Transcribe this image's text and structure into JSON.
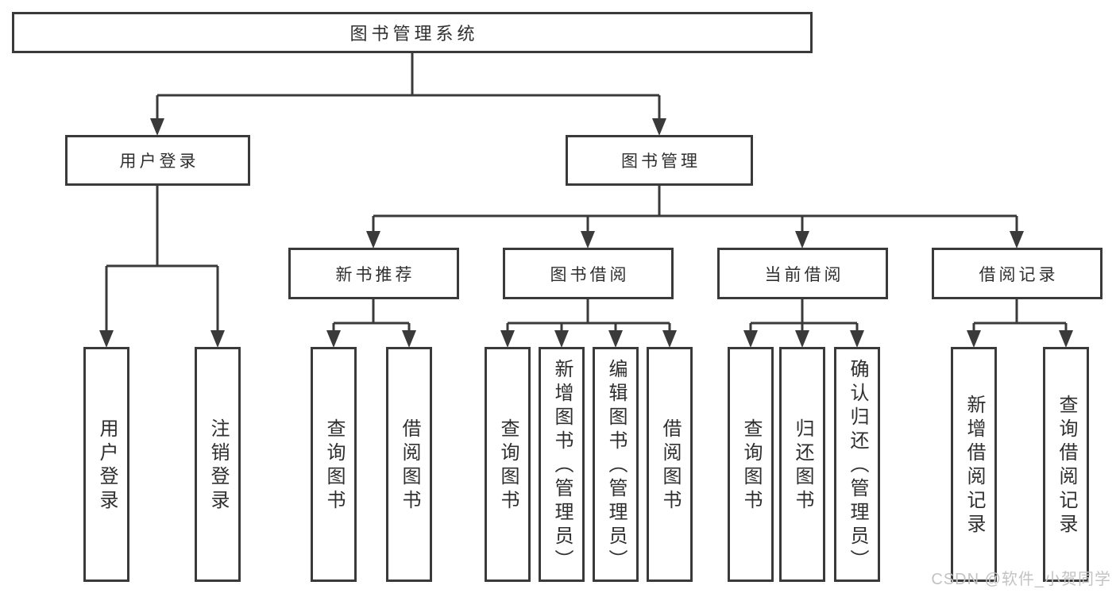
{
  "diagram_title": "图书管理系统",
  "nodes": {
    "root": "图书管理系统",
    "level2": [
      "用户登录",
      "图书管理"
    ],
    "level3": [
      "新书推荐",
      "图书借阅",
      "当前借阅",
      "借阅记录"
    ],
    "level4": {
      "user_login": [
        "用户登录",
        "注销登录"
      ],
      "new_book": [
        "查询图书",
        "借阅图书"
      ],
      "book_borrow": [
        "查询图书",
        "新增图书（管理员）",
        "编辑图书（管理员）",
        "借阅图书"
      ],
      "current_borrow": [
        "查询图书",
        "归还图书",
        "确认归还（管理员）"
      ],
      "borrow_record": [
        "新增借阅记录",
        "查询借阅记录"
      ]
    }
  },
  "watermark": "CSDN @软件_小贺同学",
  "colors": {
    "line": "#3a3a3a",
    "text": "#2f2f2f",
    "watermark": "#c3c3c3",
    "background": "#ffffff"
  }
}
